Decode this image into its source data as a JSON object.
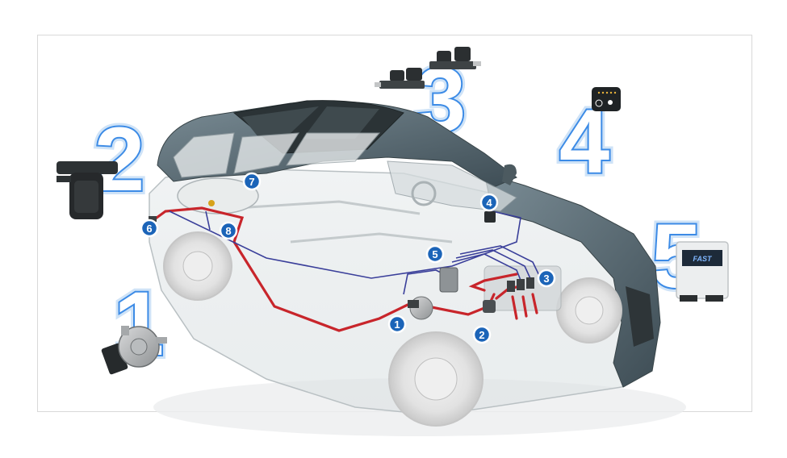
{
  "title": "",
  "callouts": [
    "1",
    "2",
    "3",
    "4",
    "5"
  ],
  "badges": [
    "1",
    "2",
    "3",
    "4",
    "5",
    "6",
    "7",
    "8"
  ],
  "ecu_brand": "FAST",
  "colors": {
    "badge": "#1b64b8",
    "callout_outline": "#3c8be6",
    "gas_line": "#c8252b",
    "wire": "#3a3f9a",
    "car_body": "#5d6f78"
  }
}
